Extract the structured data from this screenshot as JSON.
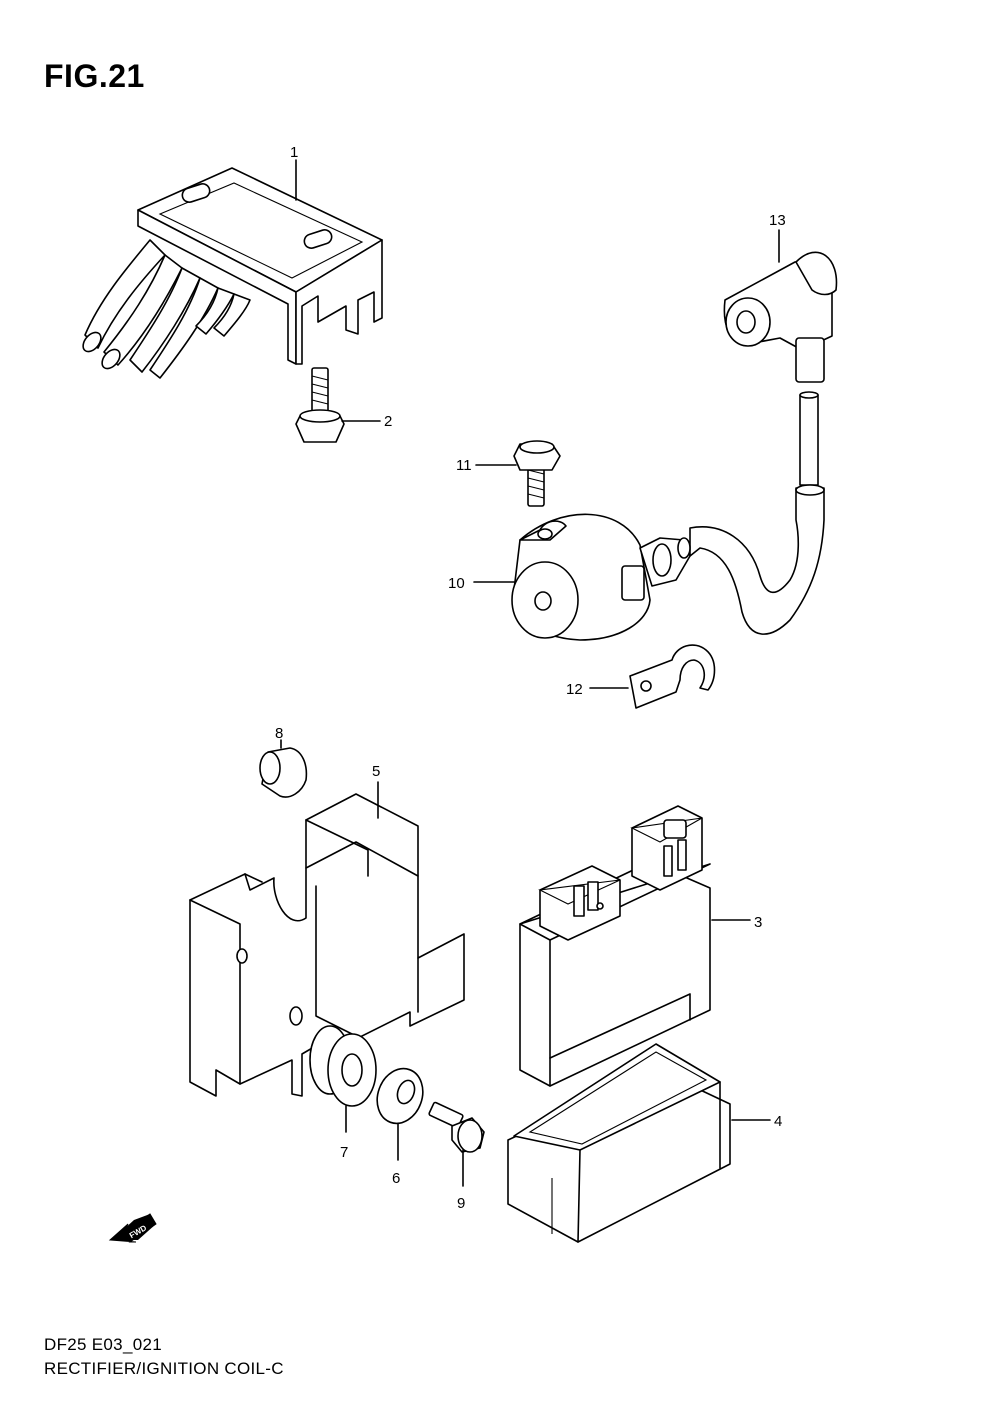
{
  "figure_title": "FIG.21",
  "footer": {
    "code": "DF25 E03_021",
    "name": "RECTIFIER/IGNITION COIL-C"
  },
  "fwd_label": "FWD",
  "callouts": [
    "1",
    "2",
    "3",
    "4",
    "5",
    "6",
    "7",
    "8",
    "9",
    "10",
    "11",
    "12",
    "13"
  ]
}
